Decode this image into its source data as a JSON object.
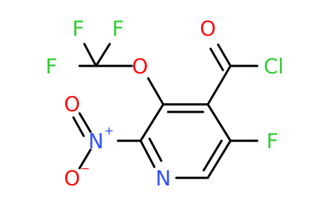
{
  "molecule": {
    "atoms": {
      "F_top_left": {
        "symbol": "F",
        "color": "#33cc33"
      },
      "F_top_mid": {
        "symbol": "F",
        "color": "#33cc33"
      },
      "F_left": {
        "symbol": "F",
        "color": "#33cc33"
      },
      "O_ether": {
        "symbol": "O",
        "color": "#ff0d0d"
      },
      "O_carbonyl": {
        "symbol": "O",
        "color": "#ff0d0d"
      },
      "Cl": {
        "symbol": "Cl",
        "color": "#33cc33"
      },
      "O_nitro_top": {
        "symbol": "O",
        "color": "#ff0d0d"
      },
      "N_nitro": {
        "symbol": "N",
        "color": "#3050f8",
        "charge": "+"
      },
      "O_nitro_bot": {
        "symbol": "O",
        "color": "#ff0d0d",
        "charge": "−"
      },
      "F_ring": {
        "symbol": "F",
        "color": "#33cc33"
      },
      "N_ring": {
        "symbol": "N",
        "color": "#3050f8"
      }
    }
  }
}
